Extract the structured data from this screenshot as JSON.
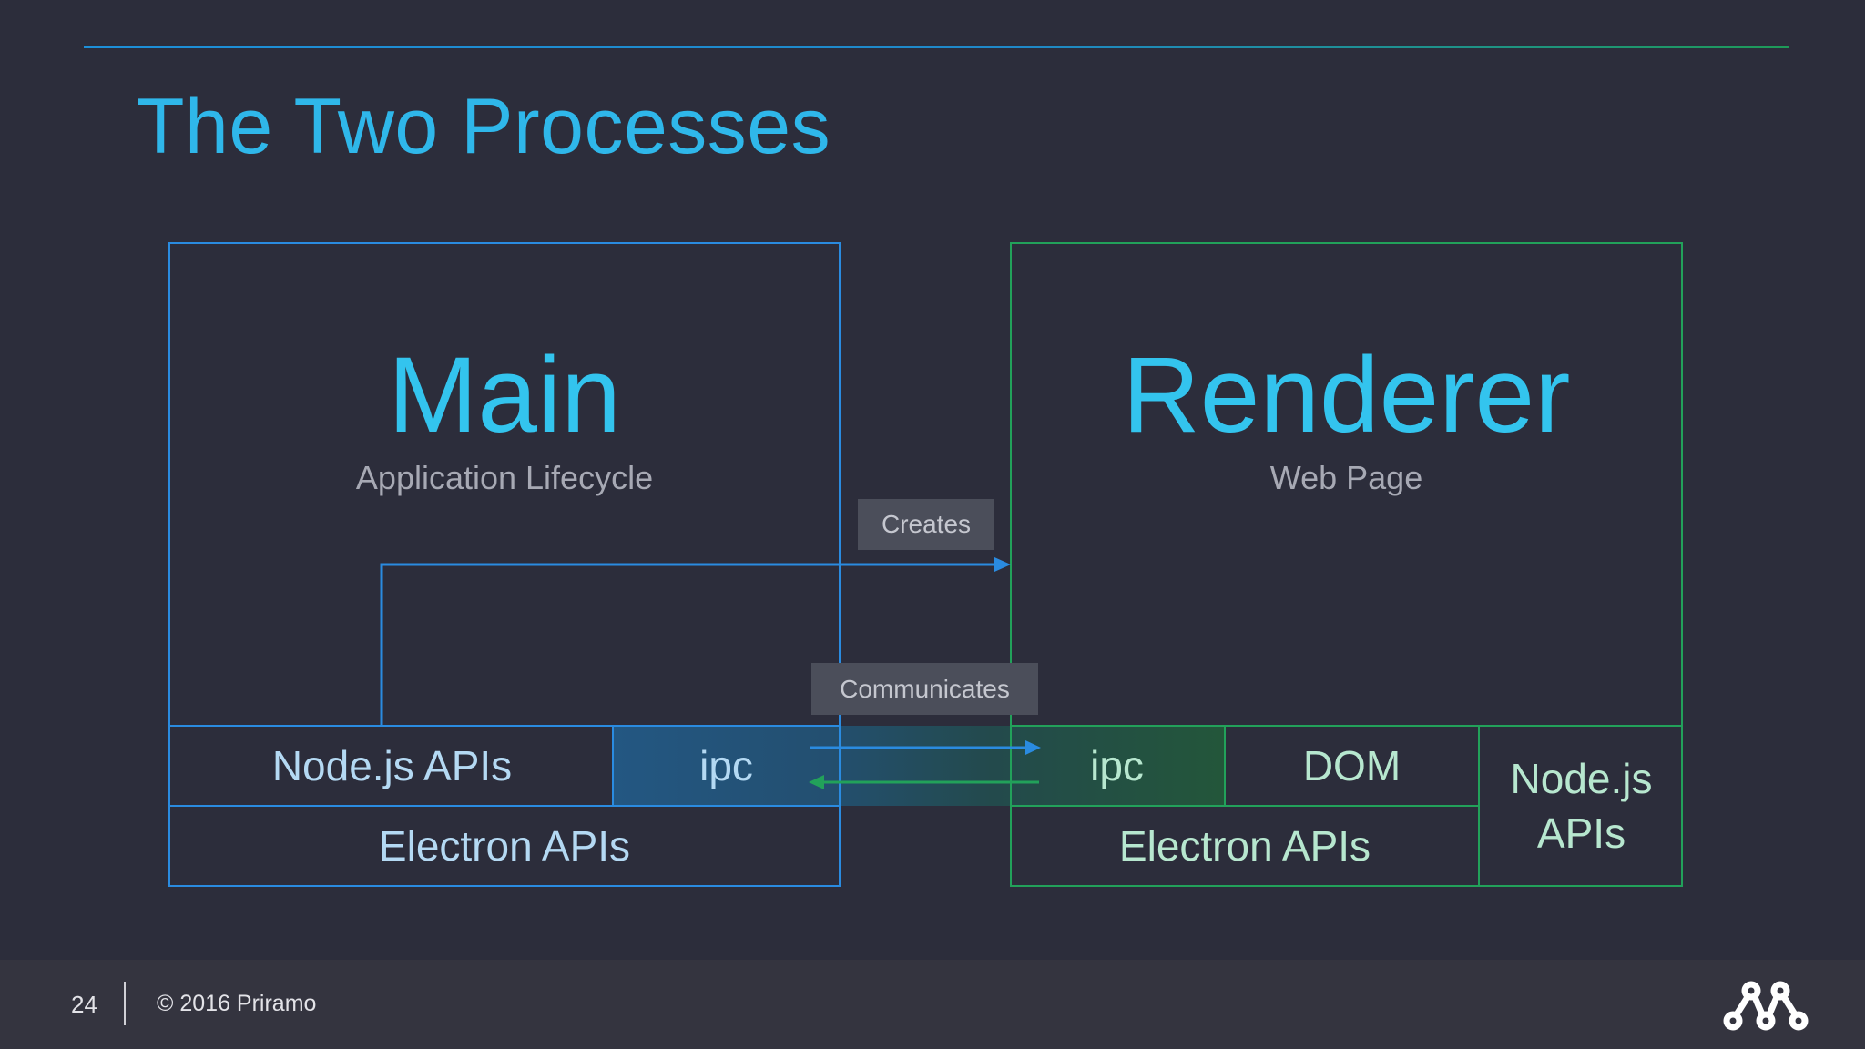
{
  "slide": {
    "title": "The Two Processes",
    "page_number": "24",
    "copyright": "© 2016 Priramo"
  },
  "main_process": {
    "name": "Main",
    "description": "Application Lifecycle",
    "modules": {
      "node_apis": "Node.js APIs",
      "ipc": "ipc",
      "electron_apis": "Electron APIs"
    }
  },
  "renderer_process": {
    "name": "Renderer",
    "description": "Web Page",
    "modules": {
      "ipc": "ipc",
      "dom": "DOM",
      "electron_apis": "Electron APIs",
      "node_apis_line1": "Node.js",
      "node_apis_line2": "APIs"
    }
  },
  "connectors": {
    "creates_label": "Creates",
    "communicates_label": "Communicates"
  },
  "colors": {
    "background": "#2c2d3b",
    "main_accent": "#2a8be0",
    "renderer_accent": "#22a15a",
    "title": "#2fb7ea"
  },
  "icons": {
    "logo": "priramo-logo-icon"
  }
}
